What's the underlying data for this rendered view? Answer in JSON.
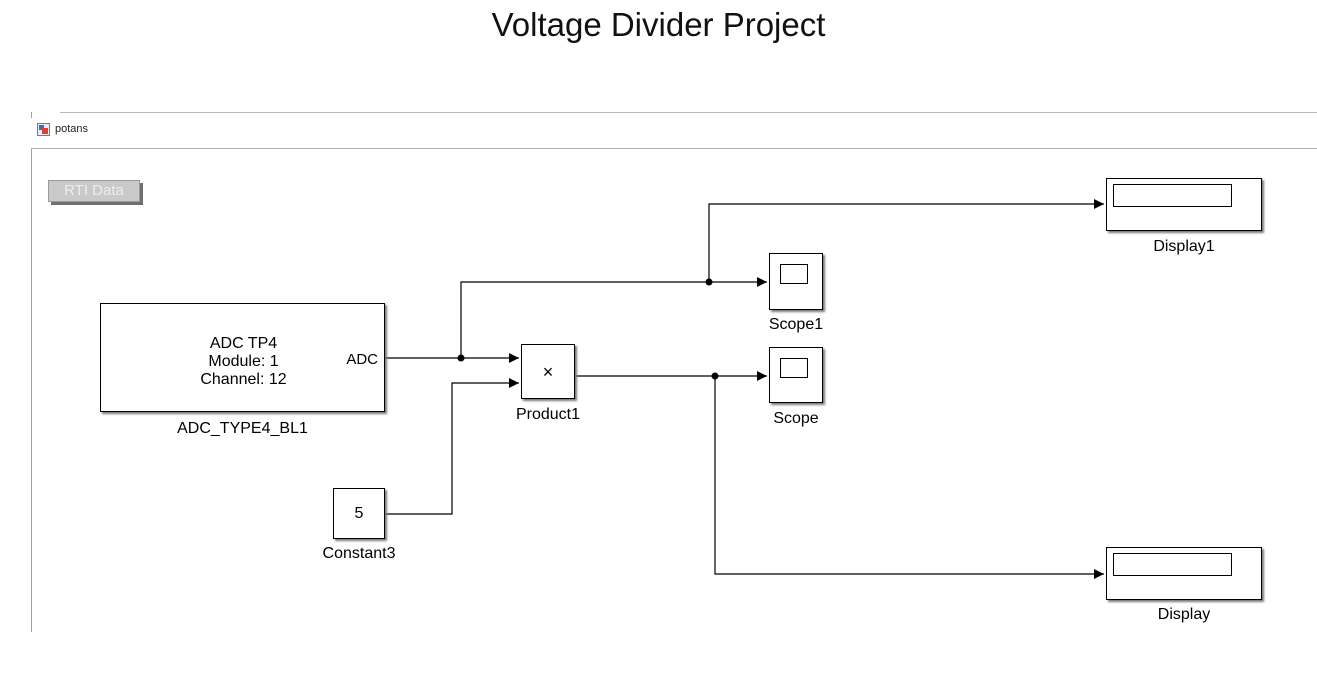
{
  "page_title": "Voltage Divider Project",
  "window": {
    "model_name": "potans",
    "model_icon": "simulink-model-icon"
  },
  "toolbar": {
    "rti_data_label": "RTI Data"
  },
  "blocks": {
    "adc": {
      "line1": "ADC TP4",
      "line2": "Module: 1",
      "line3": "Channel: 12",
      "port_label": "ADC",
      "name": "ADC_TYPE4_BL1"
    },
    "constant": {
      "value": "5",
      "name": "Constant3"
    },
    "product": {
      "operator": "×",
      "name": "Product1"
    },
    "scope1": {
      "name": "Scope1"
    },
    "scope": {
      "name": "Scope"
    },
    "display1": {
      "name": "Display1"
    },
    "display": {
      "name": "Display"
    }
  },
  "colors": {
    "line": "#000000",
    "block_shadow": "#7a7a7a"
  }
}
